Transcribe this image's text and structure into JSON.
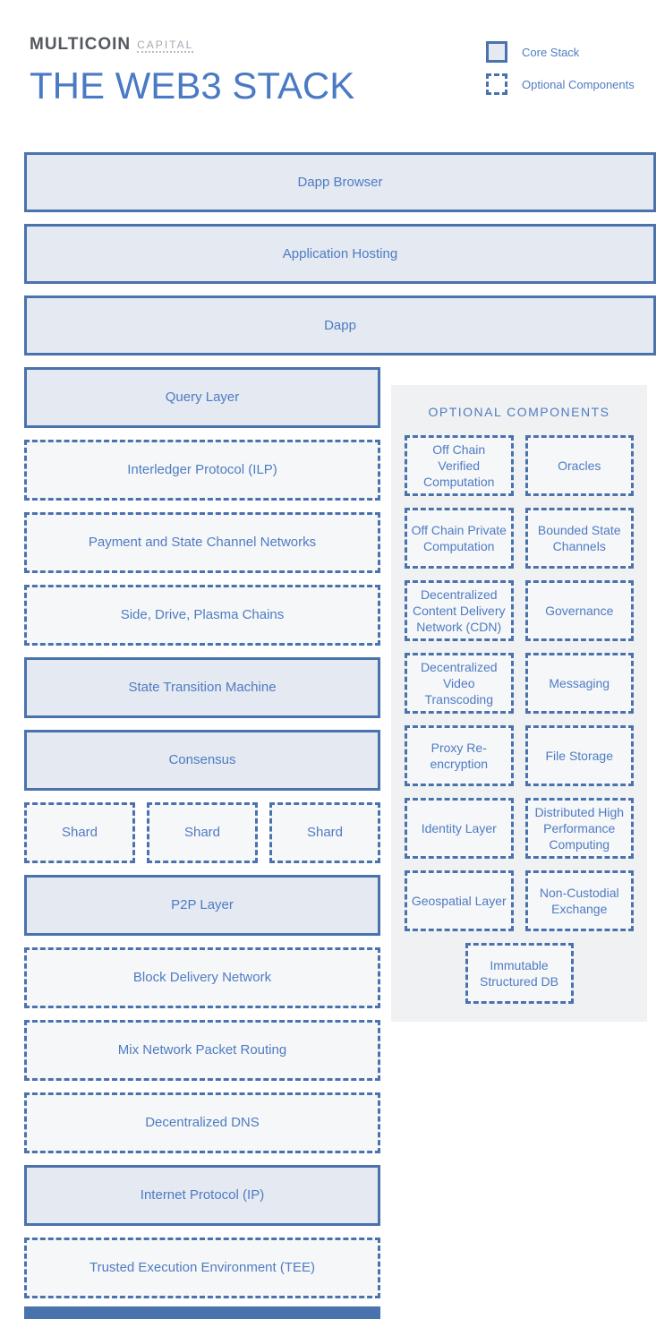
{
  "header": {
    "logo_primary": "MULTICOIN",
    "logo_secondary": "CAPITAL",
    "title": "THE WEB3 STACK"
  },
  "legend": {
    "core_label": "Core Stack",
    "optional_label": "Optional Components"
  },
  "colors": {
    "border_blue": "#4a72ad",
    "core_fill": "#e4e9f2",
    "optional_fill": "#f6f7f9",
    "label_text": "#4e7cc2",
    "panel_background": "#f0f1f3",
    "title_blue": "#4a7ac4"
  },
  "stack": {
    "top_rows": [
      {
        "label": "Dapp Browser",
        "type": "core"
      },
      {
        "label": "Application Hosting",
        "type": "core"
      },
      {
        "label": "Dapp",
        "type": "core"
      }
    ],
    "left_upper": [
      {
        "label": "Query Layer",
        "type": "core"
      },
      {
        "label": "Interledger Protocol (ILP)",
        "type": "optional"
      },
      {
        "label": "Payment and State Channel Networks",
        "type": "optional"
      },
      {
        "label": "Side, Drive, Plasma Chains",
        "type": "optional"
      },
      {
        "label": "State Transition Machine",
        "type": "core"
      },
      {
        "label": "Consensus",
        "type": "core"
      }
    ],
    "shard_row": [
      "Shard",
      "Shard",
      "Shard"
    ],
    "left_lower": [
      {
        "label": "P2P Layer",
        "type": "core"
      },
      {
        "label": "Block Delivery Network",
        "type": "optional"
      },
      {
        "label": "Mix Network Packet Routing",
        "type": "optional"
      },
      {
        "label": "Decentralized DNS",
        "type": "optional"
      },
      {
        "label": "Internet Protocol (IP)",
        "type": "core"
      },
      {
        "label": "Trusted Execution Environment (TEE)",
        "type": "optional"
      }
    ]
  },
  "optional_panel": {
    "title": "OPTIONAL COMPONENTS",
    "items": [
      "Off Chain Verified Computation",
      "Oracles",
      "Off Chain Private Computation",
      "Bounded State Channels",
      "Decentralized Content Delivery Network (CDN)",
      "Governance",
      "Decentralized Video Transcoding",
      "Messaging",
      "Proxy Re-encryption",
      "File Storage",
      "Identity Layer",
      "Distributed High Performance Computing",
      "Geospatial Layer",
      "Non-Custodial Exchange"
    ],
    "footer_item": "Immutable Structured DB"
  }
}
